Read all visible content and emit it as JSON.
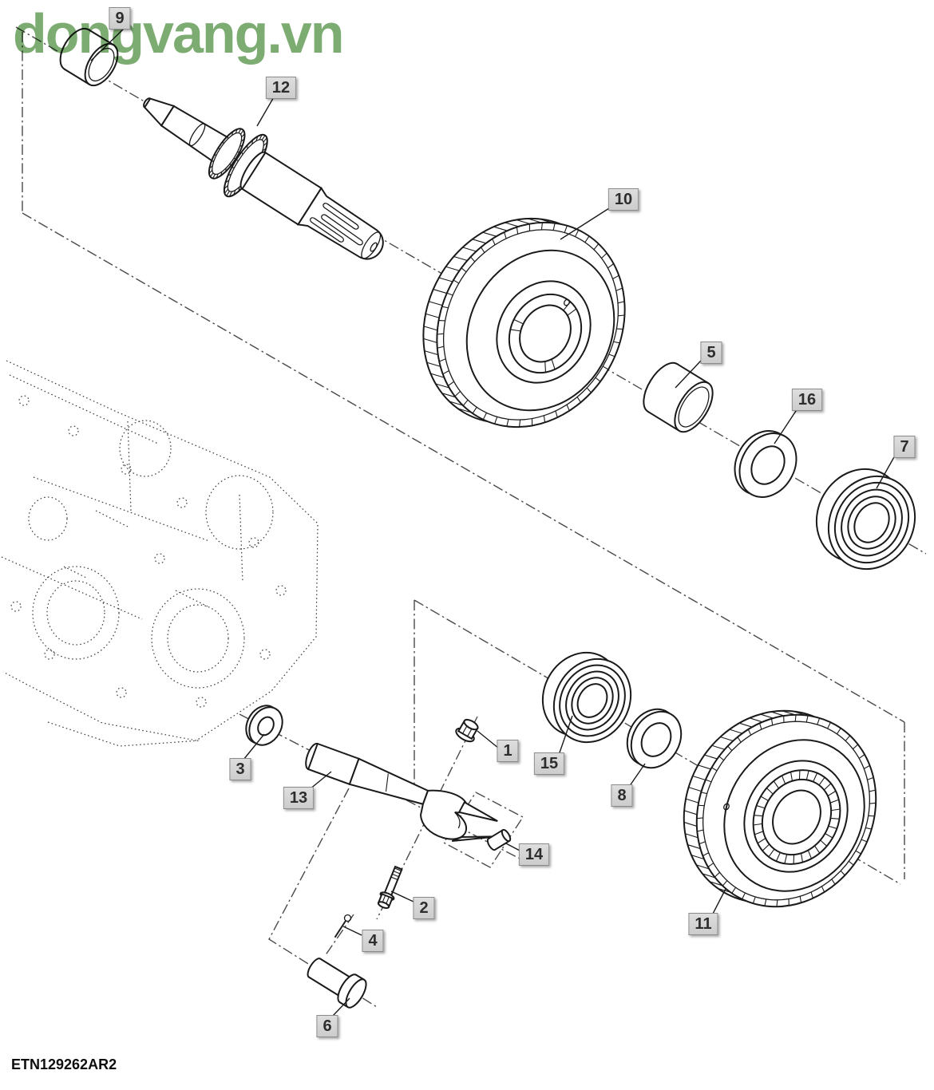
{
  "watermark": {
    "text": "dongvang.vn",
    "color": "#7dac72"
  },
  "footer": {
    "code": "ETN129262AR2"
  },
  "callouts": [
    {
      "num": "9"
    },
    {
      "num": "12"
    },
    {
      "num": "10"
    },
    {
      "num": "5"
    },
    {
      "num": "16"
    },
    {
      "num": "7"
    },
    {
      "num": "3"
    },
    {
      "num": "13"
    },
    {
      "num": "1"
    },
    {
      "num": "15"
    },
    {
      "num": "8"
    },
    {
      "num": "14"
    },
    {
      "num": "2"
    },
    {
      "num": "4"
    },
    {
      "num": "6"
    },
    {
      "num": "11"
    }
  ],
  "colors": {
    "line": "#1a1a1a",
    "construction": "#4a4a4a",
    "badge_bg": "#d6d6d6"
  }
}
